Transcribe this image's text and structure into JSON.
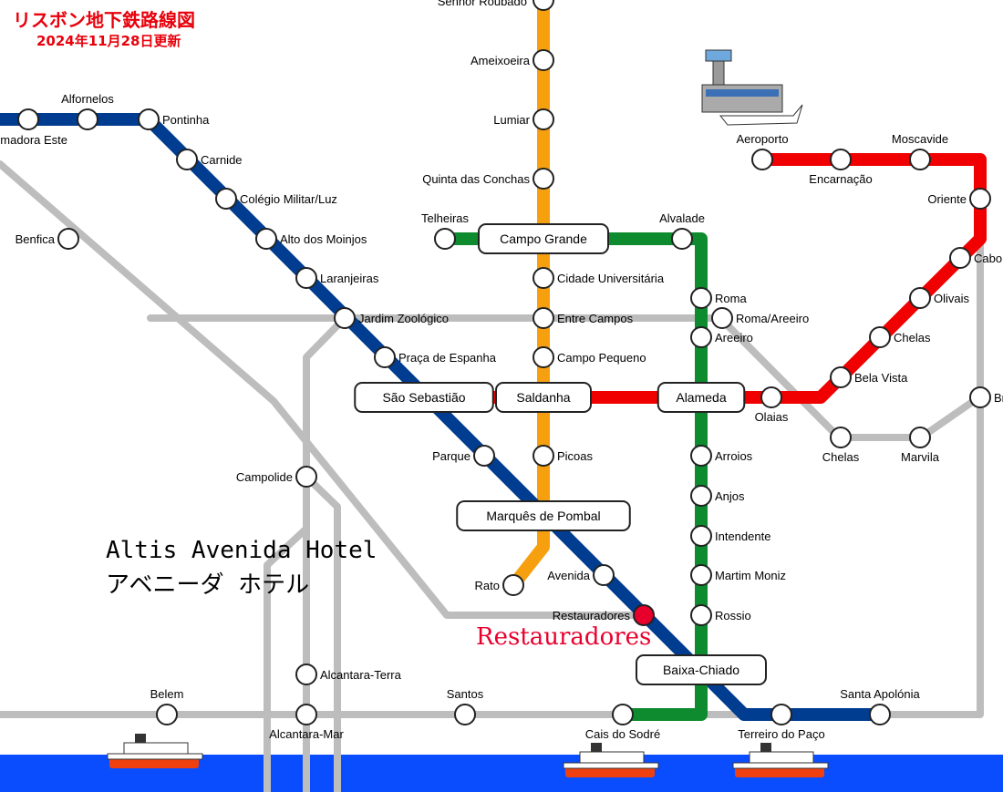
{
  "header": {
    "title": "リスボン地下鉄路線図",
    "updated": "2024年11月28日更新"
  },
  "annotations": {
    "hotel_line1": "Altis Avenida Hotel",
    "hotel_line2": "アベニーダ ホテル",
    "highlight_station": "Restauradores"
  },
  "colors": {
    "yellow": "#f7a00f",
    "blue": "#003c8f",
    "green": "#0e8a2f",
    "red": "#f00000",
    "rail": "#bdbdbd",
    "sea": "#0a4dff",
    "highlight": "#e8002d"
  },
  "lines": {
    "yellow": [
      "Senhor Roubado",
      "Ameixoeira",
      "Lumiar",
      "Quinta das Conchas",
      "Campo Grande",
      "Cidade Universitária",
      "Entre Campos",
      "Campo Pequeno",
      "Saldanha",
      "Picoas",
      "Marquês de Pombal",
      "Rato"
    ],
    "blue": [
      "Amadora Este",
      "Alfornelos",
      "Pontinha",
      "Carnide",
      "Colégio Militar/Luz",
      "Alto dos Moinjos",
      "Laranjeiras",
      "Jardim Zoológico",
      "Praça de Espanha",
      "São Sebastião",
      "Parque",
      "Marquês de Pombal",
      "Avenida",
      "Restauradores",
      "Baixa-Chiado",
      "Terreiro do Paço",
      "Santa Apolónia"
    ],
    "green": [
      "Telheiras",
      "Campo Grande",
      "Alvalade",
      "Roma",
      "Areeiro",
      "Alameda",
      "Arroios",
      "Anjos",
      "Intendente",
      "Martim Moniz",
      "Rossio",
      "Baixa-Chiado",
      "Cais do Sodré"
    ],
    "red": [
      "São Sebastião",
      "Saldanha",
      "Alameda",
      "Olaias",
      "Bela Vista",
      "Chelas",
      "Olivais",
      "Cabo Ruivo",
      "Oriente",
      "Moscavide",
      "Encarnação",
      "Aeroporto"
    ]
  },
  "stations": [
    {
      "id": "senhor-roubado",
      "label": "Senhor Roubado"
    },
    {
      "id": "ameixoeira",
      "label": "Ameixoeira"
    },
    {
      "id": "lumiar",
      "label": "Lumiar"
    },
    {
      "id": "quinta-das-conchas",
      "label": "Quinta das Conchas"
    },
    {
      "id": "campo-grande",
      "label": "Campo Grande"
    },
    {
      "id": "cidade-universitaria",
      "label": "Cidade Universitária"
    },
    {
      "id": "entre-campos",
      "label": "Entre Campos"
    },
    {
      "id": "campo-pequeno",
      "label": "Campo Pequeno"
    },
    {
      "id": "saldanha",
      "label": "Saldanha"
    },
    {
      "id": "picoas",
      "label": "Picoas"
    },
    {
      "id": "marques-de-pombal",
      "label": "Marquês de Pombal"
    },
    {
      "id": "rato",
      "label": "Rato"
    },
    {
      "id": "amadora-este",
      "label": "madora Este"
    },
    {
      "id": "alfornelos",
      "label": "Alfornelos"
    },
    {
      "id": "pontinha",
      "label": "Pontinha"
    },
    {
      "id": "carnide",
      "label": "Carnide"
    },
    {
      "id": "colegio-militar",
      "label": "Colégio Militar/Luz"
    },
    {
      "id": "alto-dos-moinjos",
      "label": "Alto dos Moinjos"
    },
    {
      "id": "laranjeiras",
      "label": "Laranjeiras"
    },
    {
      "id": "jardim-zoologico",
      "label": "Jardim Zoológico"
    },
    {
      "id": "praca-de-espanha",
      "label": "Praça de Espanha"
    },
    {
      "id": "sao-sebastiao",
      "label": "São Sebastião"
    },
    {
      "id": "parque",
      "label": "Parque"
    },
    {
      "id": "avenida",
      "label": "Avenida"
    },
    {
      "id": "restauradores",
      "label": "Restauradores"
    },
    {
      "id": "baixa-chiado",
      "label": "Baixa-Chiado"
    },
    {
      "id": "terreiro-do-paco",
      "label": "Terreiro do Paço"
    },
    {
      "id": "santa-apolonia",
      "label": "Santa Apolónia"
    },
    {
      "id": "telheiras",
      "label": "Telheiras"
    },
    {
      "id": "alvalade",
      "label": "Alvalade"
    },
    {
      "id": "roma",
      "label": "Roma"
    },
    {
      "id": "roma-areeiro",
      "label": "Roma/Areeiro"
    },
    {
      "id": "areeiro",
      "label": "Areeiro"
    },
    {
      "id": "alameda",
      "label": "Alameda"
    },
    {
      "id": "arroios",
      "label": "Arroios"
    },
    {
      "id": "anjos",
      "label": "Anjos"
    },
    {
      "id": "intendente",
      "label": "Intendente"
    },
    {
      "id": "martim-moniz",
      "label": "Martim Moniz"
    },
    {
      "id": "rossio",
      "label": "Rossio"
    },
    {
      "id": "cais-do-sodre",
      "label": "Cais do Sodré"
    },
    {
      "id": "olaias",
      "label": "Olaias"
    },
    {
      "id": "bela-vista",
      "label": "Bela Vista"
    },
    {
      "id": "chelas-red",
      "label": "Chelas"
    },
    {
      "id": "olivais",
      "label": "Olivais"
    },
    {
      "id": "cabo-ruivo",
      "label": "Cabo"
    },
    {
      "id": "oriente",
      "label": "Oriente"
    },
    {
      "id": "moscavide",
      "label": "Moscavide"
    },
    {
      "id": "encarnacao",
      "label": "Encarnação"
    },
    {
      "id": "aeroporto",
      "label": "Aeroporto"
    },
    {
      "id": "benfica",
      "label": "Benfica"
    },
    {
      "id": "campolide",
      "label": "Campolide"
    },
    {
      "id": "alcantara-terra",
      "label": "Alcantara-Terra"
    },
    {
      "id": "alcantara-mar",
      "label": "Alcantara-Mar"
    },
    {
      "id": "belem",
      "label": "Belem"
    },
    {
      "id": "santos",
      "label": "Santos"
    },
    {
      "id": "chelas-rail",
      "label": "Chelas"
    },
    {
      "id": "marvila",
      "label": "Marvila"
    },
    {
      "id": "braco-de-prata",
      "label": "Br"
    }
  ]
}
